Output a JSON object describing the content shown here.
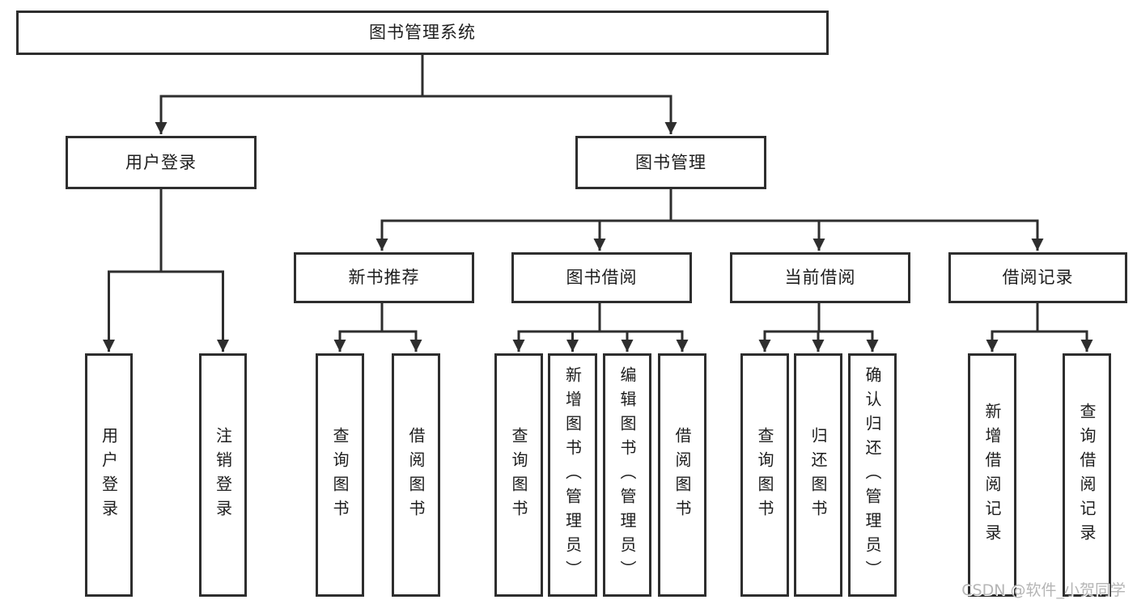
{
  "watermark": {
    "text": "CSDN @软件_小贺同学"
  },
  "colors": {
    "line": "#2e2e2e",
    "text": "#1d1d1d",
    "watermark": "#b5b5b5",
    "background": "#ffffff"
  },
  "tree": {
    "root": {
      "label": "图书管理系统",
      "children": [
        {
          "label": "用户登录",
          "children": [
            {
              "label": "用户登录"
            },
            {
              "label": "注销登录"
            }
          ]
        },
        {
          "label": "图书管理",
          "children": [
            {
              "label": "新书推荐",
              "children": [
                {
                  "label": "查询图书"
                },
                {
                  "label": "借阅图书"
                }
              ]
            },
            {
              "label": "图书借阅",
              "children": [
                {
                  "label": "查询图书"
                },
                {
                  "label": "新增图书（管理员）"
                },
                {
                  "label": "编辑图书（管理员）"
                },
                {
                  "label": "借阅图书"
                }
              ]
            },
            {
              "label": "当前借阅",
              "children": [
                {
                  "label": "查询图书"
                },
                {
                  "label": "归还图书"
                },
                {
                  "label": "确认归还（管理员）"
                }
              ]
            },
            {
              "label": "借阅记录",
              "children": [
                {
                  "label": "新增借阅记录"
                },
                {
                  "label": "查询借阅记录"
                }
              ]
            }
          ]
        }
      ]
    }
  }
}
